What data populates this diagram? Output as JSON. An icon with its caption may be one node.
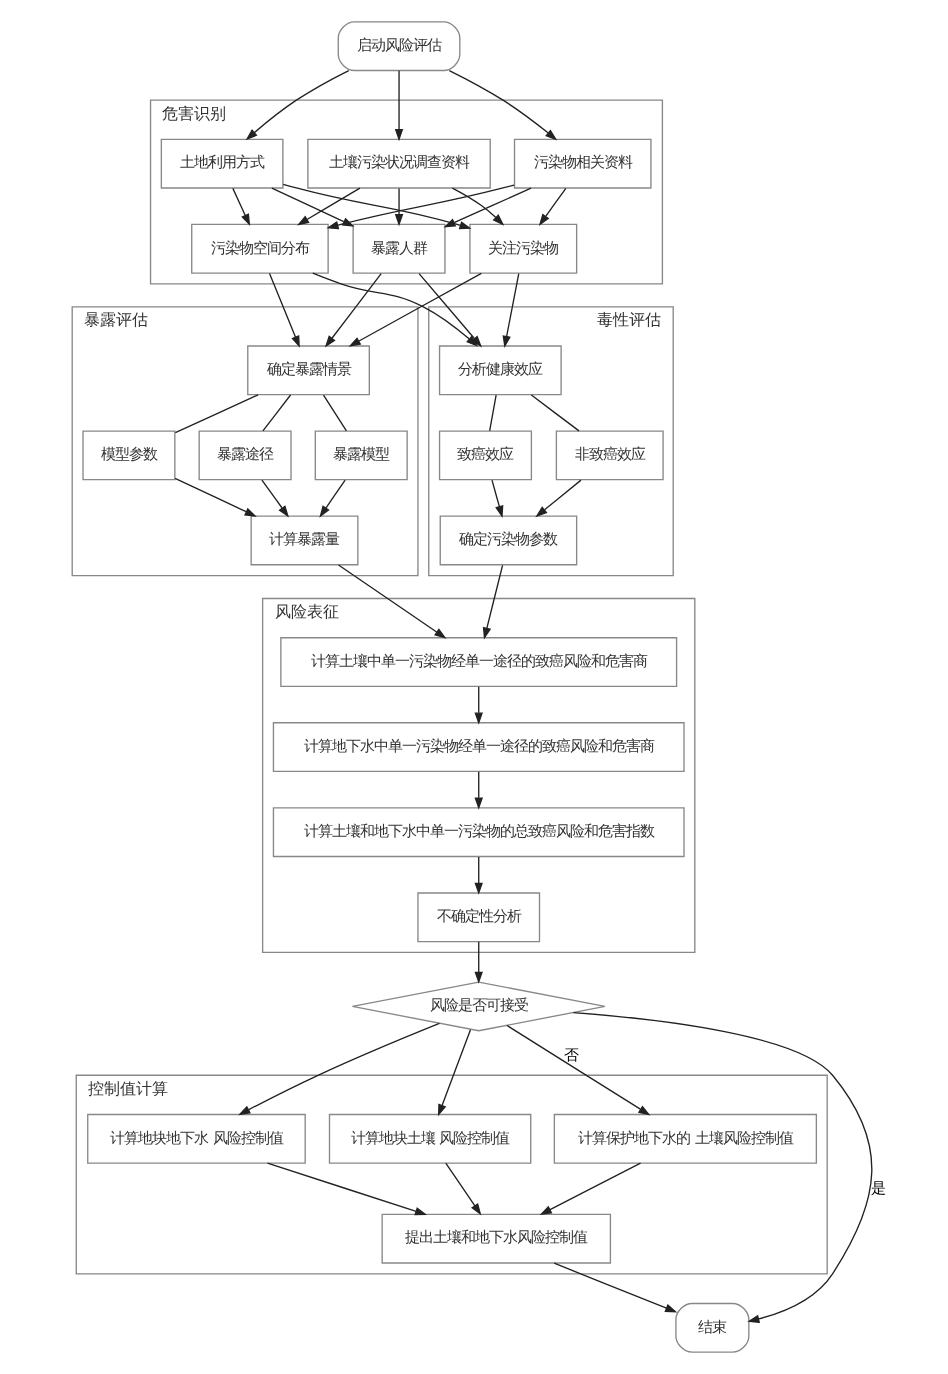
{
  "diagram": {
    "nodes": [
      {
        "text": [
          "启动风险评估"
        ]
      },
      {
        "text": [
          "危害识别"
        ]
      },
      {
        "text": [
          "土地利用方式"
        ],
        "in": 1
      },
      {
        "text": [
          "土壤污染状况调查资料"
        ],
        "in": 1
      },
      {
        "text": [
          "污染物相关资料"
        ],
        "in": 1
      },
      {
        "text": [
          "关注污染物"
        ],
        "in": 1
      },
      {
        "text": [
          "污染物空间分布"
        ],
        "in": 1
      },
      {
        "text": [
          "暴露人群"
        ],
        "in": 1
      },
      {
        "text": [
          "暴露评估"
        ]
      },
      {
        "text": [
          "确定暴露情景"
        ],
        "in": 8
      },
      {
        "text": [
          "暴露途径"
        ],
        "in": 8
      },
      {
        "text": [
          "暴露模型"
        ],
        "in": 8
      },
      {
        "text": [
          "模型参数"
        ],
        "in": 8
      },
      {
        "text": [
          "计算暴露量"
        ],
        "in": 8
      },
      {
        "text": [
          "毒性评估"
        ]
      },
      {
        "text": [
          "分析健康效应"
        ],
        "in": 14
      },
      {
        "text": [
          "致癌效应"
        ],
        "in": 14
      },
      {
        "text": [
          "非致癌效应"
        ],
        "in": 14
      },
      {
        "text": [
          "确定污染物参数"
        ],
        "in": 14
      },
      {
        "text": [
          "风险表征"
        ]
      },
      {
        "text": [
          "计算土壤中单一污染物经单一途径的致癌风险和危害商"
        ],
        "in": 19
      },
      {
        "text": [
          "计算地下水中单一污染物经单一途径的致癌风险和危害商"
        ],
        "in": 19
      },
      {
        "text": [
          "计算土壤和地下水中单一污染物的总致癌风险和危害指数"
        ],
        "in": 19
      },
      {
        "text": [
          "不确定性分析"
        ],
        "in": 19
      },
      {
        "text": [
          "风险是否可接受"
        ]
      },
      {
        "text": [
          "控制值计算"
        ]
      },
      {
        "text": [
          "计算地块土壤 风险控制值"
        ],
        "in": 25
      },
      {
        "text": [
          "计算保护地下水的 土壤风险控制值"
        ],
        "in": 25
      },
      {
        "text": [
          "计算地块地下水 风险控制值"
        ],
        "in": 25
      },
      {
        "text": [
          "提出土壤和地下水风险控制值"
        ],
        "in": 25
      },
      {
        "text": [
          "结束"
        ]
      }
    ],
    "edges": [
      {
        "from": 0,
        "to": 2,
        "arrow": "to"
      },
      {
        "from": 0,
        "to": 3,
        "arrow": "to"
      },
      {
        "from": 0,
        "to": 4,
        "arrow": "to"
      },
      {
        "from": 2,
        "to": 5,
        "arrow": "to"
      },
      {
        "from": 2,
        "to": 6,
        "arrow": "to"
      },
      {
        "from": 2,
        "to": 7,
        "arrow": "to"
      },
      {
        "from": 3,
        "to": 5,
        "arrow": "to"
      },
      {
        "from": 3,
        "to": 6,
        "arrow": "to"
      },
      {
        "from": 3,
        "to": 7,
        "arrow": "to"
      },
      {
        "from": 4,
        "to": 5,
        "arrow": "to"
      },
      {
        "from": 4,
        "to": 6,
        "arrow": "to"
      },
      {
        "from": 4,
        "to": 7,
        "arrow": "to"
      },
      {
        "from": 5,
        "to": 9,
        "arrow": "to"
      },
      {
        "from": 5,
        "to": 15,
        "arrow": "to"
      },
      {
        "from": 6,
        "to": 9,
        "arrow": "to"
      },
      {
        "from": 6,
        "to": 15,
        "arrow": "to"
      },
      {
        "from": 7,
        "to": 9,
        "arrow": "to"
      },
      {
        "from": 7,
        "to": 15,
        "arrow": "to"
      },
      {
        "from": 9,
        "to": 10,
        "arrow": "none"
      },
      {
        "from": 9,
        "to": 11,
        "arrow": "none"
      },
      {
        "from": 9,
        "to": 12,
        "arrow": "none"
      },
      {
        "from": 10,
        "to": 13,
        "arrow": "to"
      },
      {
        "from": 11,
        "to": 13,
        "arrow": "to"
      },
      {
        "from": 12,
        "to": 13,
        "arrow": "to"
      },
      {
        "from": 15,
        "to": 16,
        "arrow": "none"
      },
      {
        "from": 15,
        "to": 17,
        "arrow": "none"
      },
      {
        "from": 16,
        "to": 18,
        "arrow": "to"
      },
      {
        "from": 17,
        "to": 18,
        "arrow": "to"
      },
      {
        "from": 13,
        "to": 20,
        "arrow": "to"
      },
      {
        "from": 18,
        "to": 20,
        "arrow": "to"
      },
      {
        "from": 20,
        "to": 21,
        "arrow": "to"
      },
      {
        "from": 21,
        "to": 22,
        "arrow": "to"
      },
      {
        "from": 22,
        "to": 23,
        "arrow": "to"
      },
      {
        "from": 23,
        "to": 24,
        "arrow": "to"
      },
      {
        "from": 24,
        "to": 26,
        "arrow": "to"
      },
      {
        "from": 24,
        "to": 27,
        "label": "否",
        "arrow": "to"
      },
      {
        "from": 24,
        "to": 28,
        "arrow": "to"
      },
      {
        "from": 26,
        "to": 29,
        "arrow": "to"
      },
      {
        "from": 27,
        "to": 29,
        "arrow": "to"
      },
      {
        "from": 28,
        "to": 29,
        "arrow": "to"
      },
      {
        "from": 29,
        "to": 30,
        "arrow": "to"
      },
      {
        "from": 24,
        "to": 30,
        "label": "是",
        "arrow": "to"
      }
    ]
  }
}
